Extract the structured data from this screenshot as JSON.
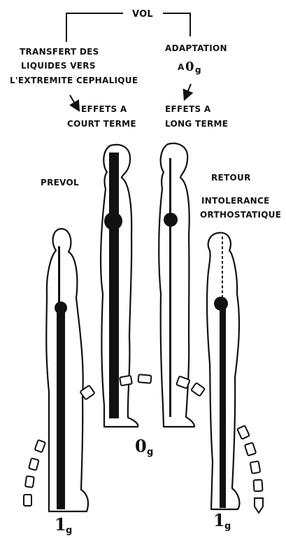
{
  "top": {
    "flight": "VOL"
  },
  "left_branch": {
    "line1": "TRANSFERT DES",
    "line2": "LIQUIDES    VERS",
    "line3": "L'EXTREMITE CEPHALIQUE",
    "effect1": "EFFETS A",
    "effect2": "COURT TERME"
  },
  "right_branch": {
    "line1": "ADAPTATION",
    "line2_prefix": "A",
    "line2_big": "0",
    "line2_sub": "g",
    "effect1": "EFFETS A",
    "effect2": "LONG TERME"
  },
  "phases": {
    "preflight": "PREVOL",
    "return": "RETOUR",
    "intolerance1": "INTOLERANCE",
    "intolerance2": "ORTHOSTATIQUE"
  },
  "gravity_labels": {
    "left": {
      "num": "1",
      "sub": "g"
    },
    "center": {
      "num": "0",
      "sub": "g"
    },
    "right": {
      "num": "1",
      "sub": "g"
    }
  }
}
